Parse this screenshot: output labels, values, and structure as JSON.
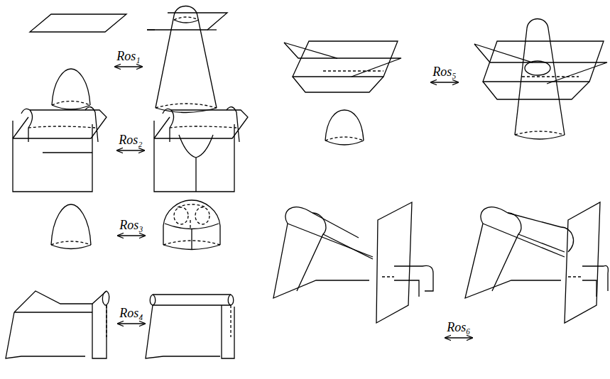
{
  "diagram": {
    "labels": [
      "Ros₁",
      "Ros₂",
      "Ros₃",
      "Ros₄",
      "Ros₅",
      "Ros₆"
    ]
  }
}
